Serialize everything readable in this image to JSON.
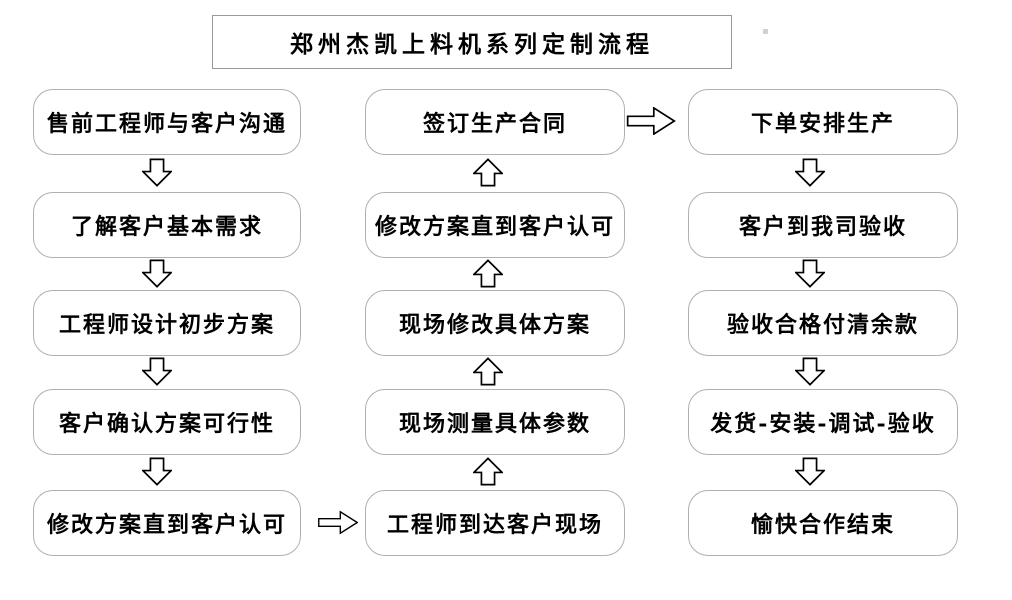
{
  "title": {
    "text": "郑州杰凯上料机系列定制流程"
  },
  "flow": {
    "left_column": {
      "direction": "down",
      "steps": [
        "售前工程师与客户沟通",
        "了解客户基本需求",
        "工程师设计初步方案",
        "客户确认方案可行性",
        "修改方案直到客户认可"
      ]
    },
    "middle_column": {
      "direction": "up",
      "steps": [
        "签订生产合同",
        "修改方案直到客户认可",
        "现场修改具体方案",
        "现场测量具体参数",
        "工程师到达客户现场"
      ]
    },
    "right_column": {
      "direction": "down",
      "steps": [
        "下单安排生产",
        "客户到我司验收",
        "验收合格付清余款",
        "发货-安装-调试-验收",
        "愉快合作结束"
      ]
    },
    "cross_links": [
      {
        "from": "修改方案直到客户认可",
        "to": "工程师到达客户现场",
        "direction": "right"
      },
      {
        "from": "签订生产合同",
        "to": "下单安排生产",
        "direction": "right"
      }
    ]
  },
  "colors": {
    "background": "#ffffff",
    "box_border": "#b0b0b0",
    "title_border": "#9a9a9a",
    "arrow_outline": "#000000",
    "text": "#000000"
  }
}
